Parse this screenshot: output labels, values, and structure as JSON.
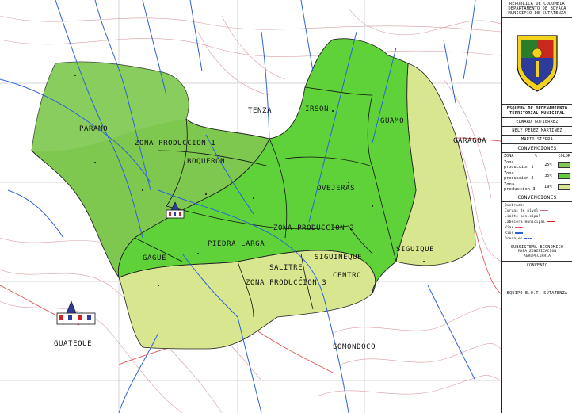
{
  "map": {
    "labels": {
      "paramo": "PARAMO",
      "zona1": "ZONA PRODUCCION 1",
      "boqueron": "BOQUERON",
      "tenza": "TENZA",
      "irson": "IRSON",
      "guamo": "GUAMO",
      "garagoa": "GARAGOA",
      "ovejeras": "OVEJERAS",
      "zona2": "ZONA PRODUCCION 2",
      "piedra_larga": "PIEDRA LARGA",
      "gague": "GAGUE",
      "salitre": "SALITRE",
      "zona3": "ZONA PRODUCCION 3",
      "siguineque": "SIGUINEQUE",
      "centro": "CENTRO",
      "siguique": "SIGUIQUE",
      "somondoco": "SOMONDOCO",
      "guateque": "GUATEQUE"
    },
    "colors": {
      "zone1": "#7ec850",
      "zone2": "#5fd23a",
      "zone3": "#d8e68f",
      "river": "#2d63d6",
      "contour": "#c8727a",
      "road": "#e05555"
    }
  },
  "panel": {
    "header": [
      "REPUBLICA DE COLOMBIA",
      "DEPARTAMENTO DE BOYACA",
      "MUNICIPIO DE SUTATENZA"
    ],
    "plan_title": "ESQUEMA DE ORDENAMIENTO TERRITORIAL MUNICIPAL",
    "person1": "EDWARD GUTIERREZ",
    "person2": "NELY PEREZ MARTINEZ",
    "person3": "MARIO SIERRA",
    "conv_title": "CONVENCIONES",
    "conv_cols": [
      "ZONA",
      "%",
      "COLOR"
    ],
    "zones": [
      {
        "name": "Zona produccion 1",
        "pct": "25%",
        "color": "#7ec850"
      },
      {
        "name": "Zona produccion 2",
        "pct": "35%",
        "color": "#5fd23a"
      },
      {
        "name": "Zona produccion 3",
        "pct": "19%",
        "color": "#d8e68f"
      }
    ],
    "conv_title2": "CONVENCIONES",
    "symbols": [
      "Quebradas",
      "Curvas de nivel",
      "Limite municipal",
      "Cabecera municipal",
      "Vias",
      "Rios",
      "Drenajes"
    ],
    "footer1": "SUBSISTEMA ECONOMICO",
    "footer2": "MAPA ZONIFICACION AGROPECUARIA",
    "footer3": "CONVENIO",
    "footer4": "EQUIPO E.O.T. SUTATENZA"
  }
}
